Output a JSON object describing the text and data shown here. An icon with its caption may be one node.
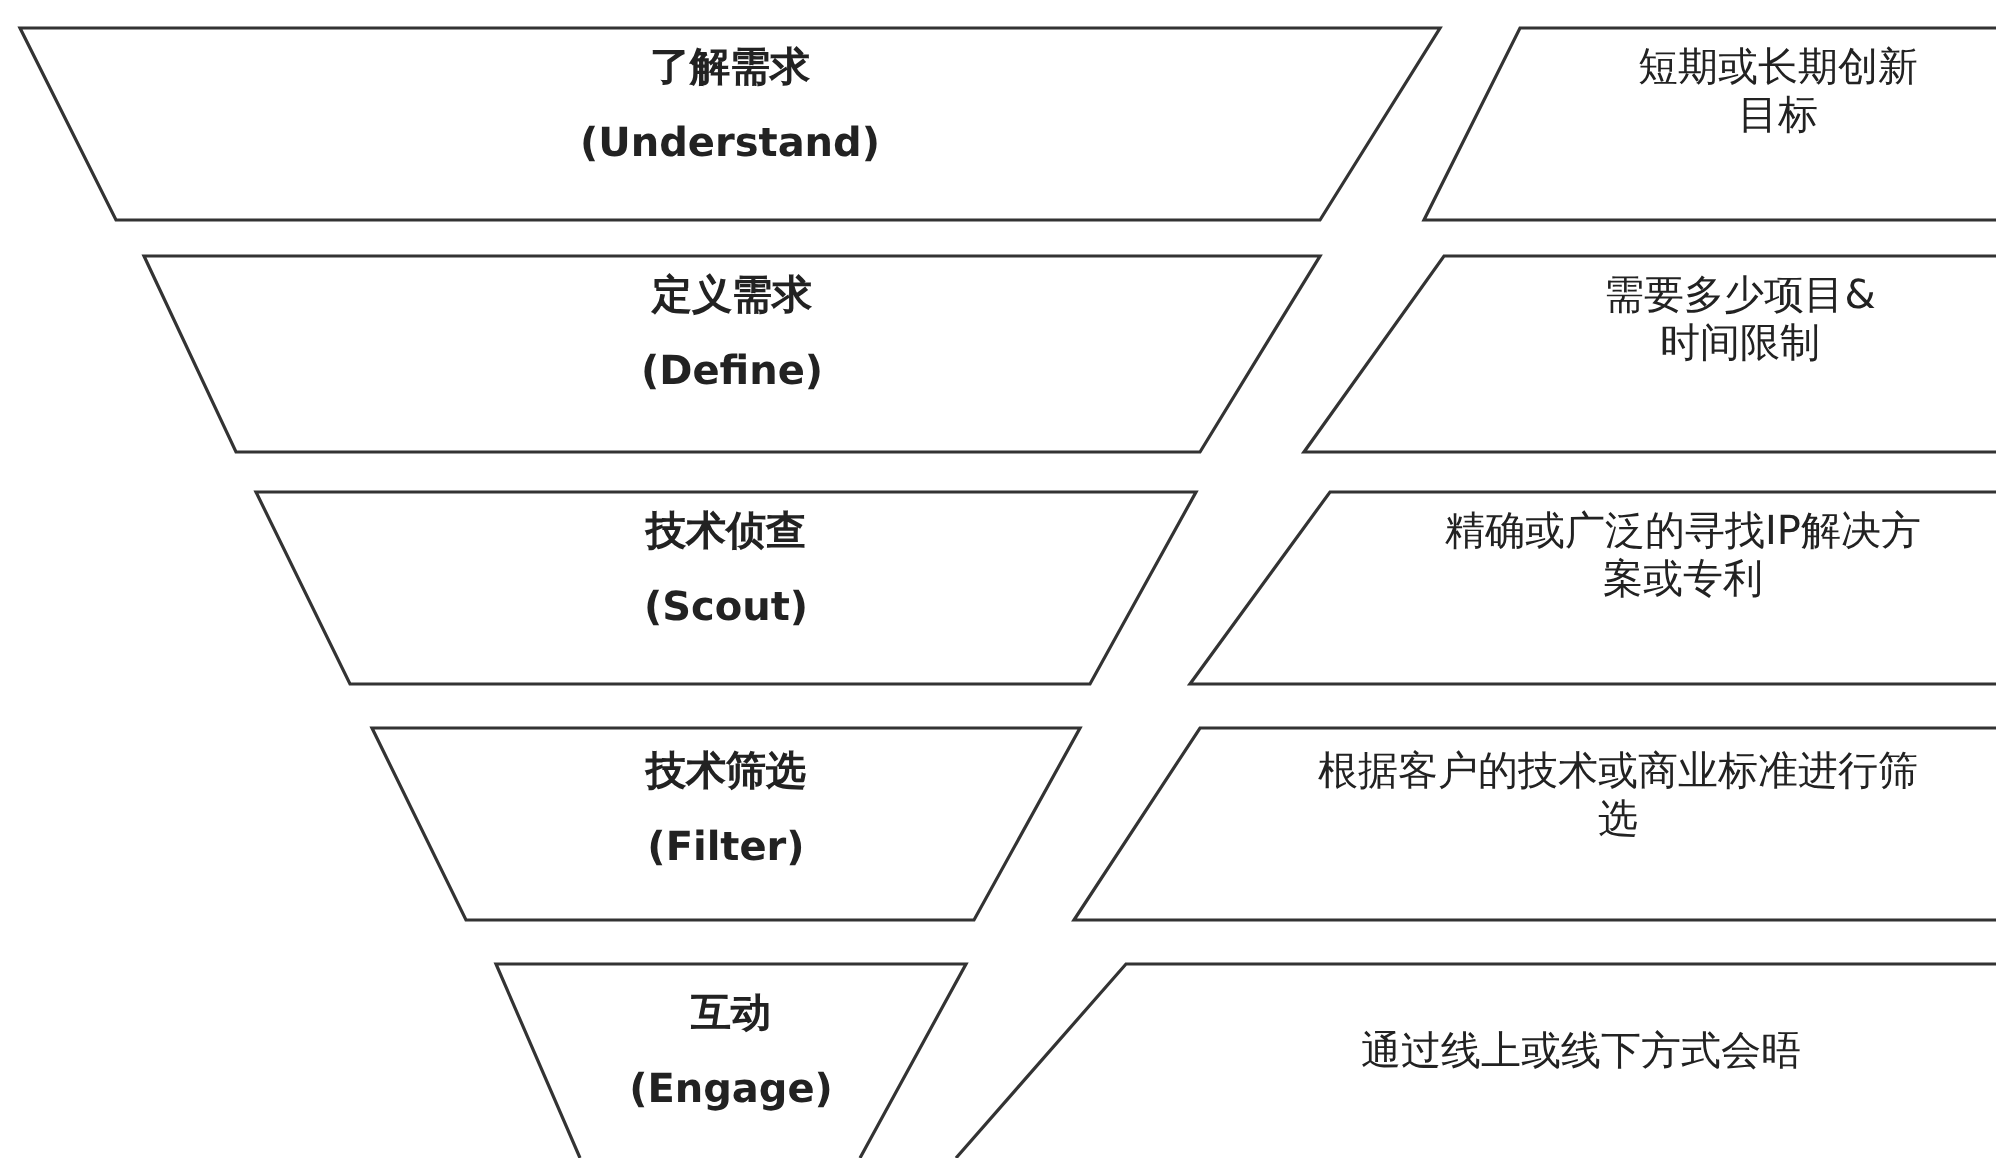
{
  "diagram": {
    "nodes": [
      {
        "text": [
          "了解需求",
          "(Understand)"
        ]
      },
      {
        "text": [
          "短期或长期创新目标"
        ]
      },
      {
        "text": [
          "定义需求",
          "(Define)"
        ]
      },
      {
        "text": [
          "需要多少项目&时间限制"
        ]
      },
      {
        "text": [
          "技术侦查",
          "(Scout)"
        ]
      },
      {
        "text": [
          "精确或广泛的寻找IP解决方案或专利"
        ]
      },
      {
        "text": [
          "技术筛选",
          "(Filter)"
        ]
      },
      {
        "text": [
          "根据客户的技术或商业标准进行筛选"
        ]
      },
      {
        "text": [
          "互动",
          "(Engage)"
        ]
      },
      {
        "text": [
          "通过线上或线下方式会晤"
        ]
      }
    ]
  }
}
